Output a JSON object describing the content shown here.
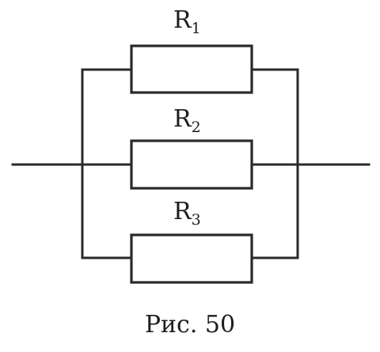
{
  "resistors": [
    {
      "letter": "R",
      "index": "1"
    },
    {
      "letter": "R",
      "index": "2"
    },
    {
      "letter": "R",
      "index": "3"
    }
  ],
  "caption": "Рис. 50"
}
